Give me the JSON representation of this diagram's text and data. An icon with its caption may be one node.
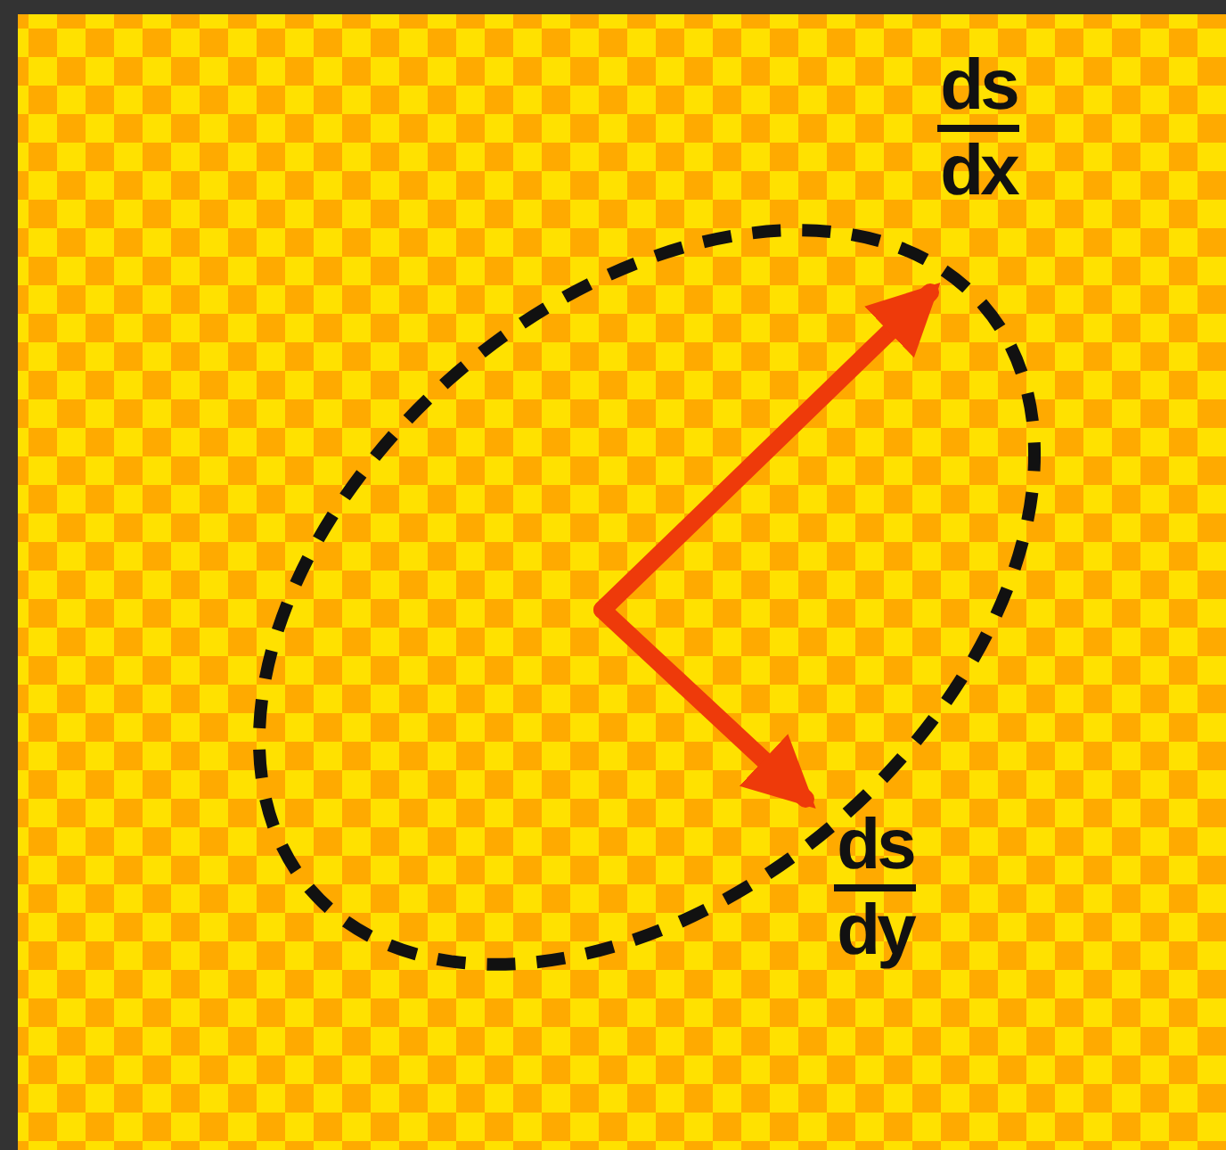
{
  "diagram": {
    "labels": [
      "ds",
      "dx",
      "ds",
      "dy"
    ]
  }
}
